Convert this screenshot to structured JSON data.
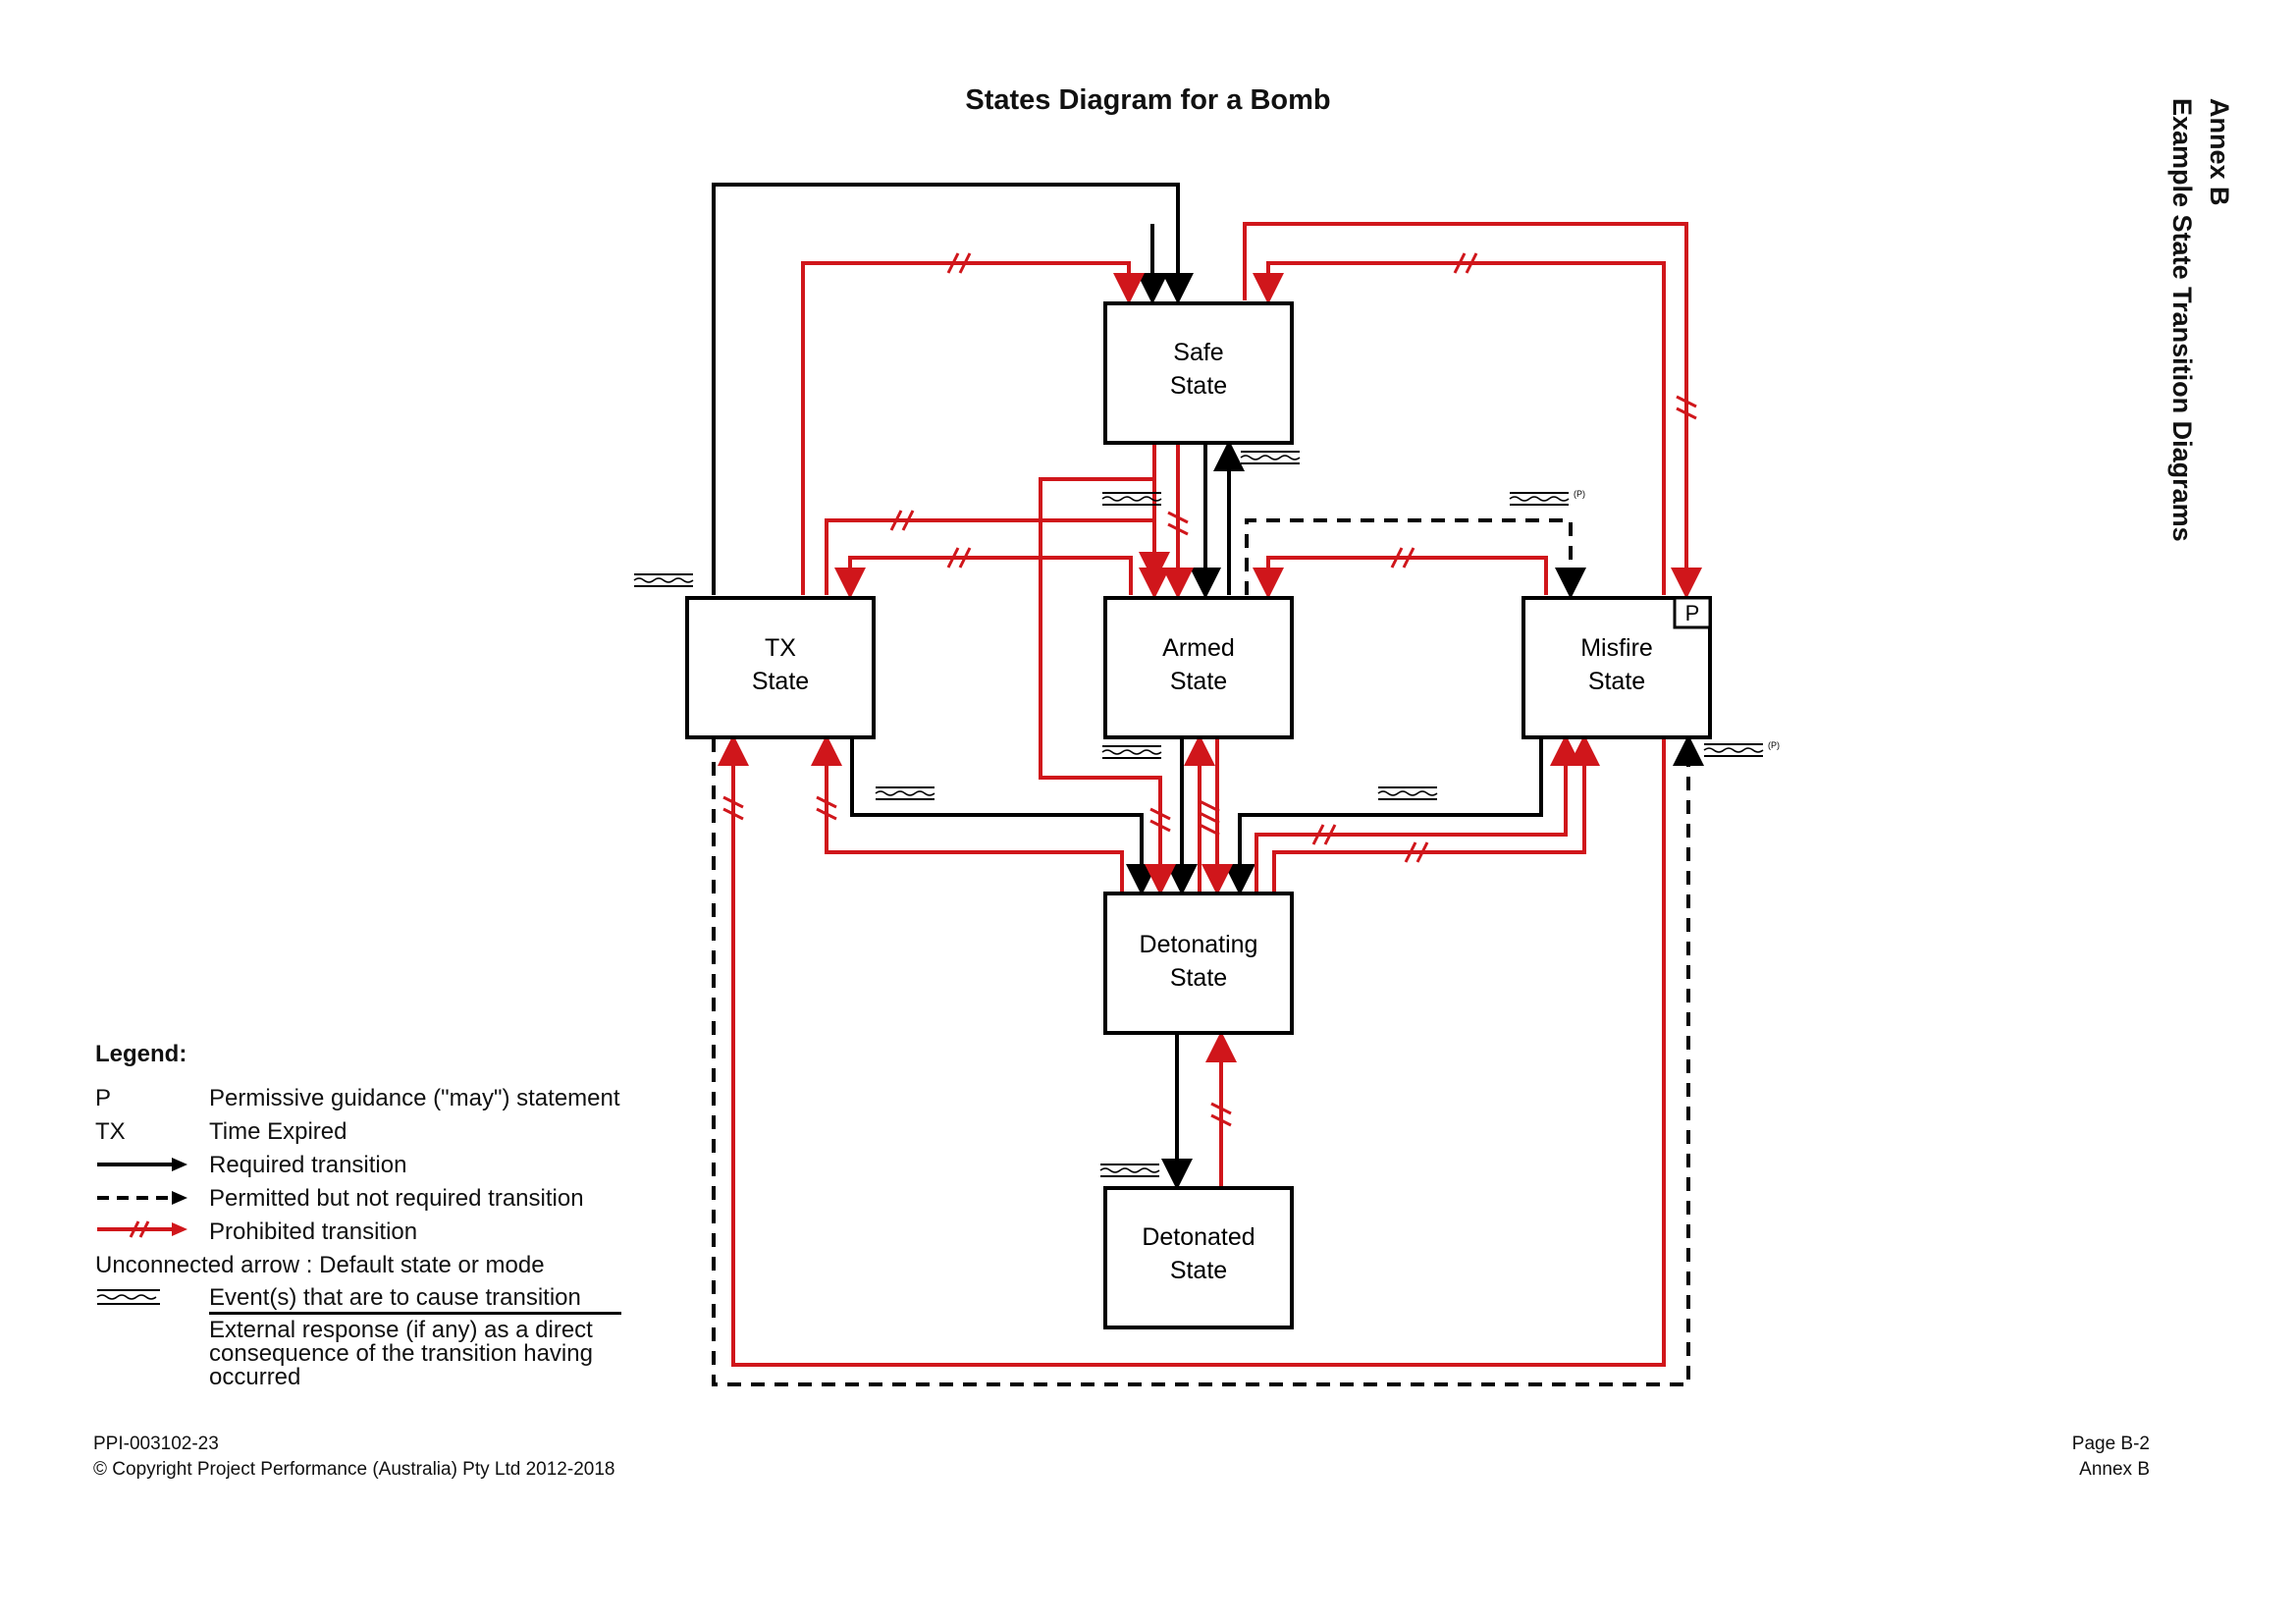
{
  "title": "States Diagram for a Bomb",
  "annex": {
    "line1": "Annex B",
    "line2": "Example State Transition Diagrams"
  },
  "states": {
    "safe": {
      "line1": "Safe",
      "line2": "State"
    },
    "tx": {
      "line1": "TX",
      "line2": "State"
    },
    "armed": {
      "line1": "Armed",
      "line2": "State"
    },
    "misfire": {
      "line1": "Misfire",
      "line2": "State",
      "badge": "P"
    },
    "detonating": {
      "line1": "Detonating",
      "line2": "State"
    },
    "detonated": {
      "line1": "Detonated",
      "line2": "State"
    }
  },
  "event_marker_suffix": "(P)",
  "legend": {
    "heading": "Legend:",
    "p_key": "P",
    "p_text": "Permissive guidance (\"may\") statement",
    "tx_key": "TX",
    "tx_text": "Time Expired",
    "required": "Required transition",
    "permitted": "Permitted but not required transition",
    "prohibited": "Prohibited transition",
    "unconnected": "Unconnected arrow : Default state or mode",
    "events": "Event(s) that are to cause transition",
    "response": "External response (if any) as a direct consequence of the transition having occurred"
  },
  "footer": {
    "doc_id": "PPI-003102-23",
    "copyright": "© Copyright Project Performance (Australia) Pty Ltd 2012-2018",
    "page": "Page B-2",
    "annex": "Annex B"
  },
  "colors": {
    "required": "#000000",
    "prohibited": "#d0161b"
  }
}
